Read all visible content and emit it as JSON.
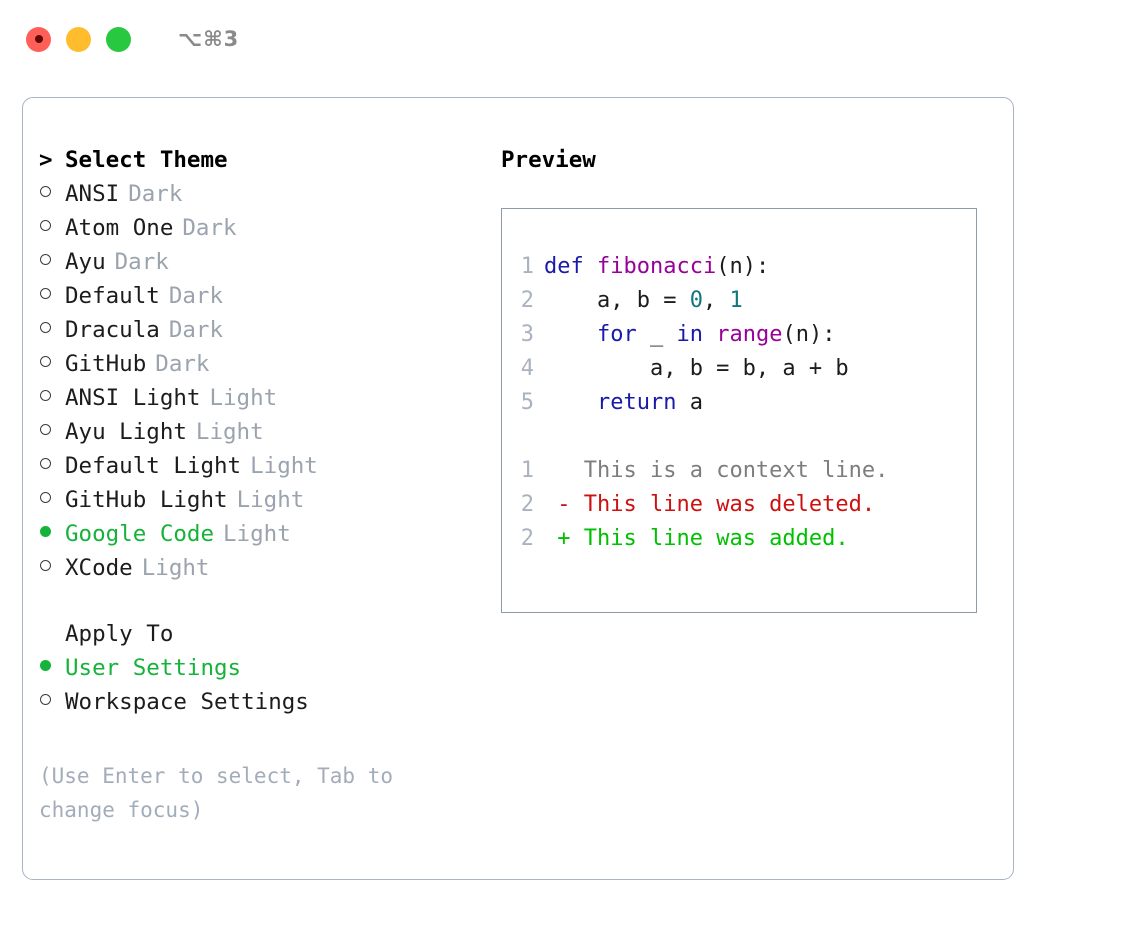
{
  "titlebar": {
    "shortcut": "⌥⌘3",
    "buttons": [
      {
        "name": "close",
        "color": "#ff5f57"
      },
      {
        "name": "minimize",
        "color": "#ffbd2e"
      },
      {
        "name": "maximize",
        "color": "#28c840"
      }
    ]
  },
  "theme_list": {
    "header": "Select Theme",
    "caret": ">",
    "items": [
      {
        "name": "ANSI",
        "variant": "Dark",
        "selected": false
      },
      {
        "name": "Atom One",
        "variant": "Dark",
        "selected": false
      },
      {
        "name": "Ayu",
        "variant": "Dark",
        "selected": false
      },
      {
        "name": "Default",
        "variant": "Dark",
        "selected": false
      },
      {
        "name": "Dracula",
        "variant": "Dark",
        "selected": false
      },
      {
        "name": "GitHub",
        "variant": "Dark",
        "selected": false
      },
      {
        "name": "ANSI Light",
        "variant": "Light",
        "selected": false
      },
      {
        "name": "Ayu Light",
        "variant": "Light",
        "selected": false
      },
      {
        "name": "Default Light",
        "variant": "Light",
        "selected": false
      },
      {
        "name": "GitHub Light",
        "variant": "Light",
        "selected": false
      },
      {
        "name": "Google Code",
        "variant": "Light",
        "selected": true
      },
      {
        "name": "XCode",
        "variant": "Light",
        "selected": false
      }
    ]
  },
  "apply_to": {
    "header": "Apply To",
    "options": [
      {
        "name": "User Settings",
        "selected": true
      },
      {
        "name": "Workspace Settings",
        "selected": false
      }
    ]
  },
  "hint": "(Use Enter to select, Tab to change focus)",
  "preview": {
    "title": "Preview",
    "code_lines": [
      {
        "number": "1",
        "tokens": [
          {
            "t": "def",
            "c": "tok-kw"
          },
          {
            "t": " ",
            "c": "tok-pun"
          },
          {
            "t": "fibonacci",
            "c": "tok-fn"
          },
          {
            "t": "(",
            "c": "tok-pun"
          },
          {
            "t": "n",
            "c": "tok-id"
          },
          {
            "t": "):",
            "c": "tok-pun"
          }
        ]
      },
      {
        "number": "2",
        "tokens": [
          {
            "t": "    a, b = ",
            "c": "tok-id"
          },
          {
            "t": "0",
            "c": "tok-num"
          },
          {
            "t": ", ",
            "c": "tok-pun"
          },
          {
            "t": "1",
            "c": "tok-num"
          }
        ]
      },
      {
        "number": "3",
        "tokens": [
          {
            "t": "    ",
            "c": "tok-pun"
          },
          {
            "t": "for",
            "c": "tok-kw"
          },
          {
            "t": " _ ",
            "c": "tok-id"
          },
          {
            "t": "in",
            "c": "tok-kw"
          },
          {
            "t": " ",
            "c": "tok-pun"
          },
          {
            "t": "range",
            "c": "tok-fn"
          },
          {
            "t": "(",
            "c": "tok-pun"
          },
          {
            "t": "n",
            "c": "tok-id"
          },
          {
            "t": "):",
            "c": "tok-pun"
          }
        ]
      },
      {
        "number": "4",
        "tokens": [
          {
            "t": "        a, b = b, a + b",
            "c": "tok-id"
          }
        ]
      },
      {
        "number": "5",
        "tokens": [
          {
            "t": "    ",
            "c": "tok-pun"
          },
          {
            "t": "return",
            "c": "tok-kw"
          },
          {
            "t": " a",
            "c": "tok-id"
          }
        ]
      }
    ],
    "diff_lines": [
      {
        "number": "1",
        "sign": " ",
        "text": "This is a context line.",
        "kind": "diff-ctx"
      },
      {
        "number": "2",
        "sign": "-",
        "text": "This line was deleted.",
        "kind": "diff-del"
      },
      {
        "number": "2",
        "sign": "+",
        "text": "This line was added.",
        "kind": "diff-add"
      }
    ]
  },
  "colors": {
    "accent_green": "#15b33a",
    "diff_add": "#00c000",
    "diff_del": "#cc1111",
    "keyword": "#1a1aaa",
    "function": "#990099",
    "number": "#11777a",
    "muted": "#9aa3ae",
    "border": "#a9b3c1"
  }
}
